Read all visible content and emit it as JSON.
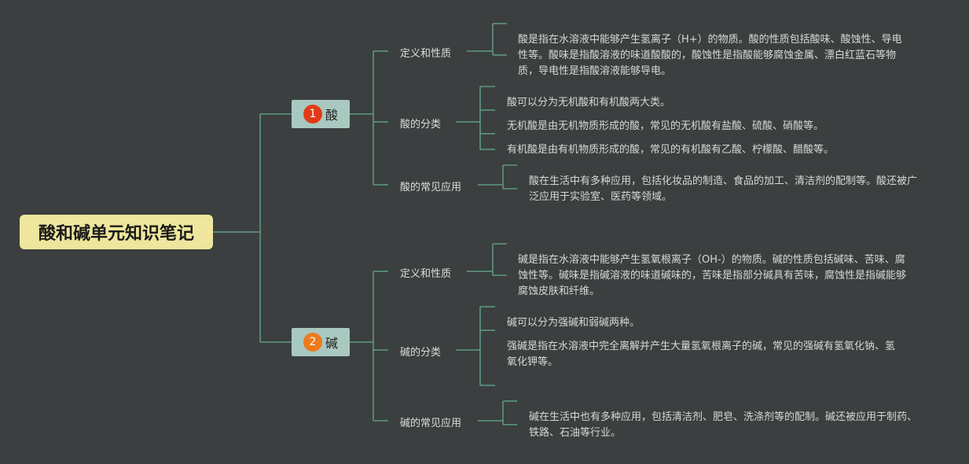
{
  "root": {
    "title": "酸和碱单元知识笔记"
  },
  "branches": [
    {
      "badge": "1",
      "label": "酸",
      "topics": [
        {
          "label": "定义和性质",
          "notes": [
            "酸是指在水溶液中能够产生氢离子（H+）的物质。酸的性质包括酸味、酸蚀性、导电性等。酸味是指酸溶液的味道酸酸的，酸蚀性是指酸能够腐蚀金属、漂白红蓝石等物质，导电性是指酸溶液能够导电。"
          ]
        },
        {
          "label": "酸的分类",
          "notes": [
            "酸可以分为无机酸和有机酸两大类。",
            "无机酸是由无机物质形成的酸，常见的无机酸有盐酸、硫酸、硝酸等。",
            "有机酸是由有机物质形成的酸，常见的有机酸有乙酸、柠檬酸、醋酸等。"
          ]
        },
        {
          "label": "酸的常见应用",
          "notes": [
            "酸在生活中有多种应用，包括化妆品的制造、食品的加工、清洁剂的配制等。酸还被广泛应用于实验室、医药等领域。"
          ]
        }
      ]
    },
    {
      "badge": "2",
      "label": "碱",
      "topics": [
        {
          "label": "定义和性质",
          "notes": [
            "碱是指在水溶液中能够产生氢氧根离子（OH-）的物质。碱的性质包括碱味、苦味、腐蚀性等。碱味是指碱溶液的味道碱味的，苦味是指部分碱具有苦味，腐蚀性是指碱能够腐蚀皮肤和纤维。"
          ]
        },
        {
          "label": "碱的分类",
          "notes": [
            "碱可以分为强碱和弱碱两种。",
            "强碱是指在水溶液中完全离解并产生大量氢氧根离子的碱，常见的强碱有氢氧化钠、氢氧化钾等。"
          ]
        },
        {
          "label": "碱的常见应用",
          "notes": [
            "碱在生活中也有多种应用，包括清洁剂、肥皂、洗涤剂等的配制。碱还被应用于制药、铁路、石油等行业。"
          ]
        }
      ]
    }
  ],
  "colors": {
    "background": "#3b3f3f",
    "connector": "#5f9b89",
    "root_fill": "#ede69c",
    "branch_fill": "#a9c9c0",
    "badge_1": "#e23b19",
    "badge_2": "#ee7a1c"
  }
}
